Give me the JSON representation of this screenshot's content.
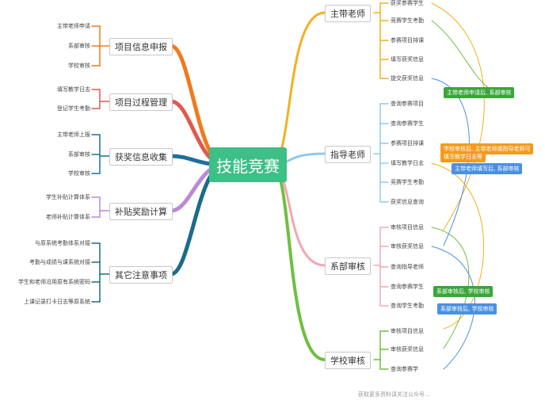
{
  "center": "技能竞赛",
  "left": [
    {
      "label": "项目信息申报",
      "items": [
        "主带老师申请",
        "系部审核",
        "学校审核"
      ]
    },
    {
      "label": "项目过程管理",
      "items": [
        "填写教学日志",
        "登记学生考勤"
      ]
    },
    {
      "label": "获奖信息收集",
      "items": [
        "主带老师上报",
        "系部审核",
        "学校审核"
      ]
    },
    {
      "label": "补贴奖励计算",
      "items": [
        "学生补贴计算体系",
        "老师补贴计算体系"
      ]
    },
    {
      "label": "其它注意事项",
      "items": [
        "与原系统考勤体系对接",
        "考勤与成绩与课系统对接",
        "学生和老师沿用原有系统密码",
        "上课记录打卡日志等原系统"
      ]
    }
  ],
  "right": [
    {
      "label": "主带老师",
      "items": [
        "获奖参赛学生",
        "竞赛学生考勤",
        "参赛项目排课",
        "填写获奖信息",
        "提交获奖信息"
      ]
    },
    {
      "label": "指导老师",
      "items": [
        "查询参赛项目",
        "查询参赛学生",
        "参赛项目排课",
        "填写教学日志",
        "竞赛学生考勤",
        "获奖信息查询"
      ]
    },
    {
      "label": "系部审核",
      "items": [
        "审核项目信息",
        "审核获奖信息",
        "查询指导老师",
        "查询参赛学生",
        "查询学生考勤"
      ]
    },
    {
      "label": "学校审核",
      "items": [
        "审核项目信息",
        "审核获奖信息",
        "查询参赛学"
      ]
    }
  ],
  "tags": [
    {
      "text": "主带老师申请后, 系部审核",
      "color": "#3aa63a"
    },
    {
      "text": "学校审核后, 主带老师或指导老师可",
      "color": "#f39b1e"
    },
    {
      "text": "填写教学日志等",
      "color": "#f39b1e"
    },
    {
      "text": "主带老师填写后, 系部审核",
      "color": "#4a90e2"
    },
    {
      "text": "系部审核后, 学校审核",
      "color": "#3aa63a"
    },
    {
      "text": "系部审核后, 学校审核",
      "color": "#4a90e2"
    }
  ],
  "watermark": "获取更多资料请关注公众号...",
  "colors": {
    "left": [
      "#f07a1e",
      "#e05a4e",
      "#1f6e9e",
      "#b98ad6",
      "#1d6b8a"
    ],
    "right": [
      "#f2b021",
      "#8fc8ef",
      "#f4a6b3",
      "#6fbf3f"
    ],
    "center": "#3dbf86"
  }
}
